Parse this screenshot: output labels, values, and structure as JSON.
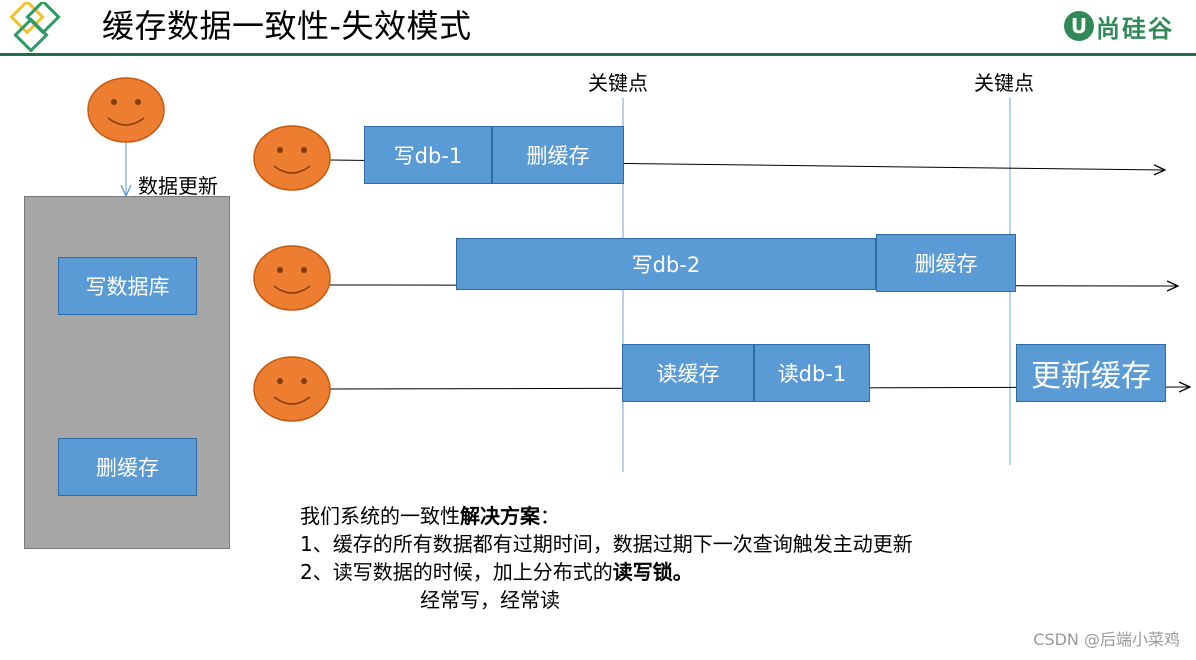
{
  "header": {
    "title": "缓存数据一致性-失效模式",
    "brand_text": "尚硅谷",
    "brand_mark": "U",
    "colors": {
      "rule": "#1f6e4a",
      "brand": "#2f8a57",
      "diamond_yellow": "#f2c230",
      "diamond_green": "#2f9a66"
    }
  },
  "diagram": {
    "update_label": "数据更新",
    "db_panel": {
      "write_db": "写数据库",
      "delete_cache": "删缓存"
    },
    "key_points": [
      "关键点",
      "关键点"
    ],
    "row1": {
      "write": "写db-1",
      "delete": "删缓存"
    },
    "row2": {
      "write": "写db-2",
      "delete": "删缓存"
    },
    "row3": {
      "read_cache": "读缓存",
      "read_db": "读db-1",
      "update_cache": "更新缓存"
    },
    "colors": {
      "box": "#5b9bd5",
      "box_border": "#2e6aa6",
      "face": "#ed7d31",
      "panel": "#a6a6a6",
      "guide_line": "#9dc3e6"
    },
    "icons": [
      "smiley-face-icon",
      "arrow-right-icon",
      "arrow-down-icon"
    ]
  },
  "solution": {
    "heading_prefix": "我们系统的一致性",
    "heading_bold": "解决方案",
    "heading_suffix": "：",
    "item1": "1、缓存的所有数据都有过期时间，数据过期下一次查询触发主动更新",
    "item2_prefix": "2、读写数据的时候，加上分布式的",
    "item2_bold": "读写锁。",
    "note": "经常写，经常读"
  },
  "watermark": "CSDN @后端小菜鸡"
}
